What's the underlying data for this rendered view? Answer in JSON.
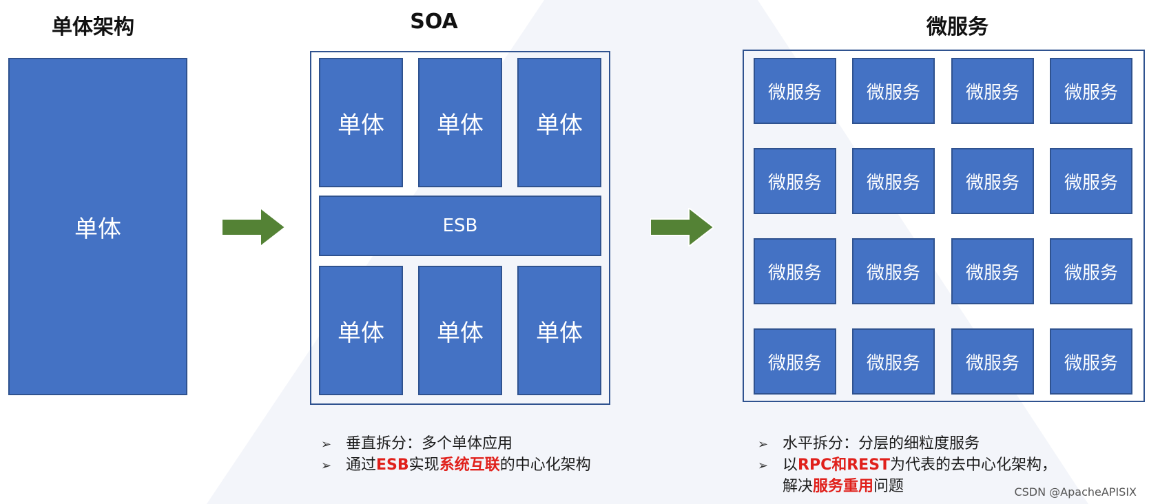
{
  "columns": {
    "monolith": {
      "title": "单体架构",
      "box_label": "单体"
    },
    "soa": {
      "title": "SOA",
      "top_labels": [
        "单体",
        "单体",
        "单体"
      ],
      "esb_label": "ESB",
      "bottom_labels": [
        "单体",
        "单体",
        "单体"
      ],
      "notes": {
        "n1": "垂直拆分：多个单体应用",
        "n2_a": "通过",
        "n2_b": "ESB",
        "n2_c": "实现",
        "n2_d": "系统互联",
        "n2_e": "的中心化架构"
      }
    },
    "micro": {
      "title": "微服务",
      "cell_label": "微服务",
      "notes": {
        "n1": "水平拆分：分层的细粒度服务",
        "n2_a": "以",
        "n2_b": "RPC和REST",
        "n2_c": "为代表的去中心化架构，",
        "n3_a": "解决",
        "n3_b": "服务重用",
        "n3_c": "问题"
      }
    }
  },
  "bullet_glyph": "➢",
  "watermark": "CSDN @ApacheAPISIX",
  "colors": {
    "box_fill": "#4472c4",
    "box_border": "#2f528f",
    "arrow": "#548235",
    "highlight": "#e0201b"
  }
}
